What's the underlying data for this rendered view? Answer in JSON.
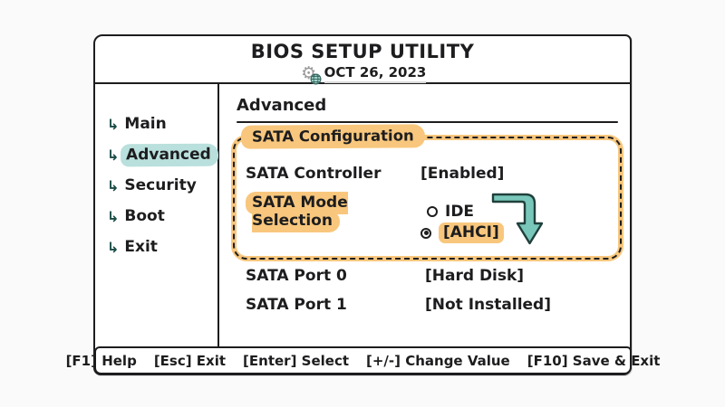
{
  "window": {
    "title": "BIOS SETUP UTILITY",
    "date": "OCT 26, 2023"
  },
  "sidebar": {
    "bullet": "↳",
    "items": [
      {
        "label": "Main",
        "active": false
      },
      {
        "label": "Advanced",
        "active": true
      },
      {
        "label": "Security",
        "active": false
      },
      {
        "label": "Boot",
        "active": false
      },
      {
        "label": "Exit",
        "active": false
      }
    ]
  },
  "main": {
    "heading": "Advanced",
    "sata_box": {
      "title": "SATA Configuration",
      "controller_label": "SATA Controller",
      "controller_value": "[Enabled]",
      "mode_label": "SATA Mode Selection",
      "options": [
        {
          "label": "IDE",
          "selected": false
        },
        {
          "label": "[AHCI]",
          "selected": true
        }
      ]
    },
    "ports": [
      {
        "label": "SATA Port 0",
        "value": "[Hard Disk]"
      },
      {
        "label": "SATA Port 1",
        "value": "[Not Installed]"
      }
    ]
  },
  "footer": {
    "items": [
      "[F1] Help",
      "[Esc] Exit",
      "[Enter] Select",
      "[+/-] Change Value",
      "[F10] Save & Exit"
    ]
  },
  "icons": {
    "gear": "⚙",
    "globe": "globe-icon",
    "flow_arrow": "down-arrow-icon",
    "radio_unselected": "○",
    "radio_selected": "◉"
  },
  "colors": {
    "ink": "#1d1d1f",
    "teal_highlight": "#b9e0dc",
    "orange_highlight": "#f8c77d",
    "arrow_fill": "#79c7ba",
    "arrow_stroke": "#20403b",
    "date_underline": "#d8d8d8",
    "paper": "#ffffff"
  }
}
